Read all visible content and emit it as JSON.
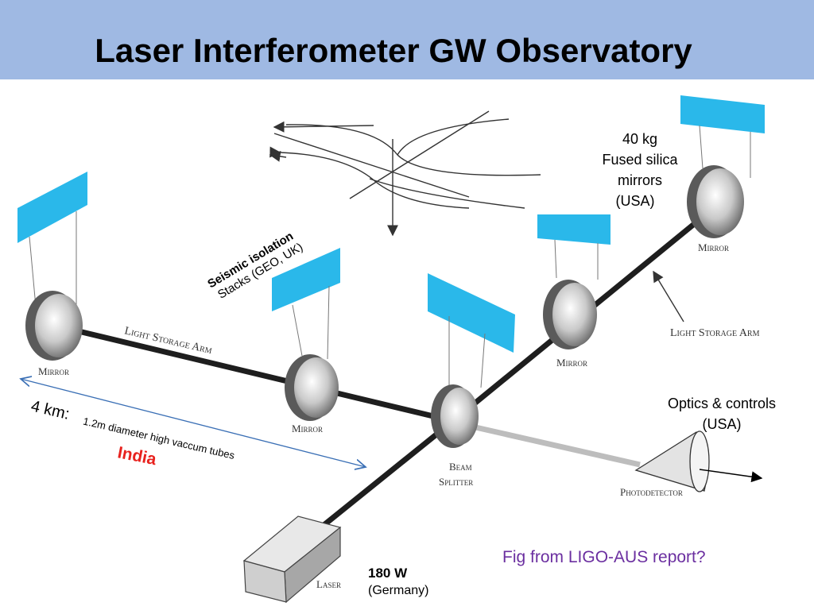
{
  "slide": {
    "title": "Laser Interferometer GW Observatory",
    "header_color": "#9fb9e3"
  },
  "diagram": {
    "labels": {
      "mirror": "Mirror",
      "light_storage_arm": "Light Storage Arm",
      "beam_splitter_line1": "Beam",
      "beam_splitter_line2": "Splitter",
      "photodetector": "Photodetector",
      "laser": "Laser"
    },
    "mirror_color": "#2ab8ea",
    "beam_color": "#1e1e1e"
  },
  "annotations": {
    "mirrors_mass": "40 kg",
    "mirrors_material": "Fused silica",
    "mirrors_word": "mirrors",
    "mirrors_country": "(USA)",
    "seismic_title": "Seismic isolation",
    "seismic_detail": "Stacks (GEO, UK)",
    "optics_title": "Optics & controls",
    "optics_country": "(USA)",
    "arm_length": "4 km:",
    "tube_detail": "1.2m diameter high vaccum tubes",
    "tube_country": "India",
    "laser_power": "180 W",
    "laser_country": "(Germany)",
    "figure_source": "Fig from LIGO-AUS report?"
  }
}
